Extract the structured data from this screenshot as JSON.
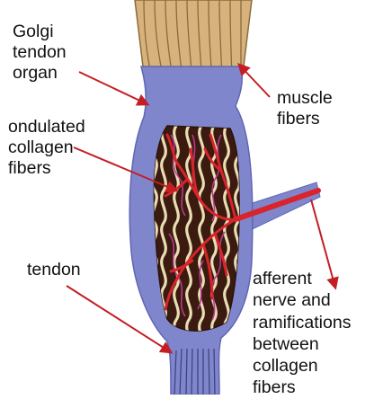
{
  "labels": {
    "golgi_tendon_organ": "Golgi\ntendon\norgan",
    "muscle_fibers": "muscle\nfibers",
    "ondulated_collagen_fibers": "ondulated\ncollagen\nfibers",
    "tendon": "tendon",
    "afferent_nerve": "afferent\nnerve and\nramifications\nbetween\ncollagen\nfibers"
  },
  "colors": {
    "capsule": "#7f86cc",
    "capsule_edge": "#5f66b2",
    "muscle_fill": "#d8b27c",
    "muscle_stroke": "#8c6a3c",
    "interior": "#3b1a10",
    "collagen": "#e9ddb4",
    "nerve": "#d8242a",
    "axon": "#b73a8e",
    "arrow": "#c41e24",
    "text": "#111111"
  }
}
